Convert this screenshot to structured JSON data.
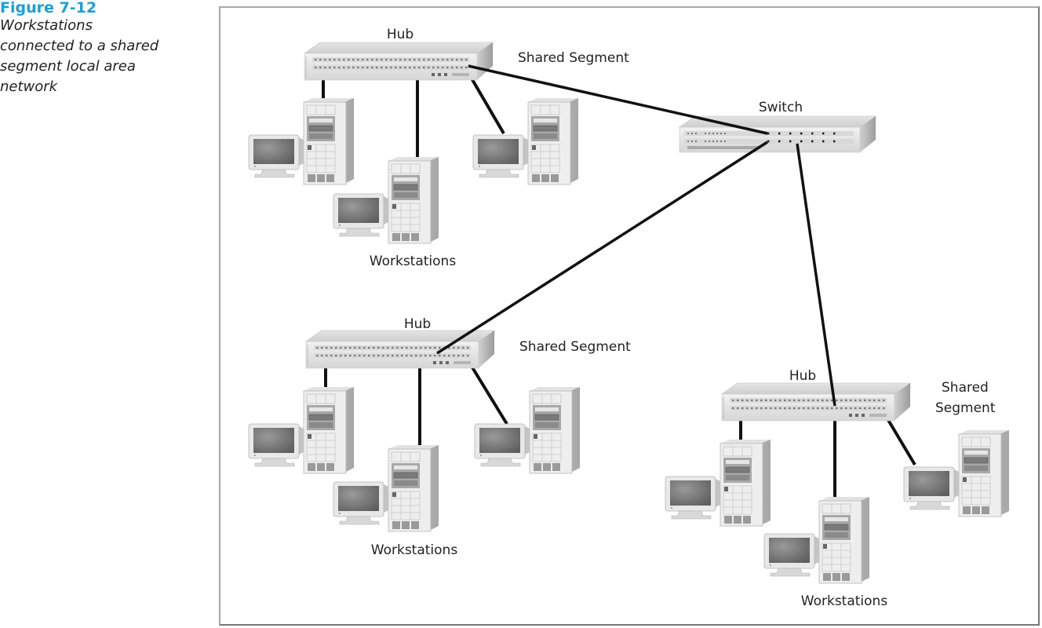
{
  "caption": {
    "figure_number": "Figure 7-12",
    "title": "Workstations\nconnected to a shared\nsegment local area\nnetwork"
  },
  "colors": {
    "figure_number": "#1c9fd8",
    "cable": "#111111",
    "frame": "#9a9a9a"
  },
  "switch": {
    "label": "Switch",
    "icon": "network-switch-icon"
  },
  "segments": [
    {
      "id": "top-left",
      "hub_label": "Hub",
      "segment_label": "Shared Segment",
      "workstations_label": "Workstations",
      "workstation_count": 3
    },
    {
      "id": "bottom-left",
      "hub_label": "Hub",
      "segment_label": "Shared Segment",
      "workstations_label": "Workstations",
      "workstation_count": 3
    },
    {
      "id": "bottom-right",
      "hub_label": "Hub",
      "segment_label_line1": "Shared",
      "segment_label_line2": "Segment",
      "workstations_label": "Workstations",
      "workstation_count": 3
    }
  ],
  "connections": [
    {
      "from": "switch",
      "to": "hub-top-left"
    },
    {
      "from": "switch",
      "to": "hub-bottom-left"
    },
    {
      "from": "switch",
      "to": "hub-bottom-right"
    }
  ],
  "icons": {
    "hub": "network-hub-icon",
    "workstation": "workstation-icon"
  }
}
